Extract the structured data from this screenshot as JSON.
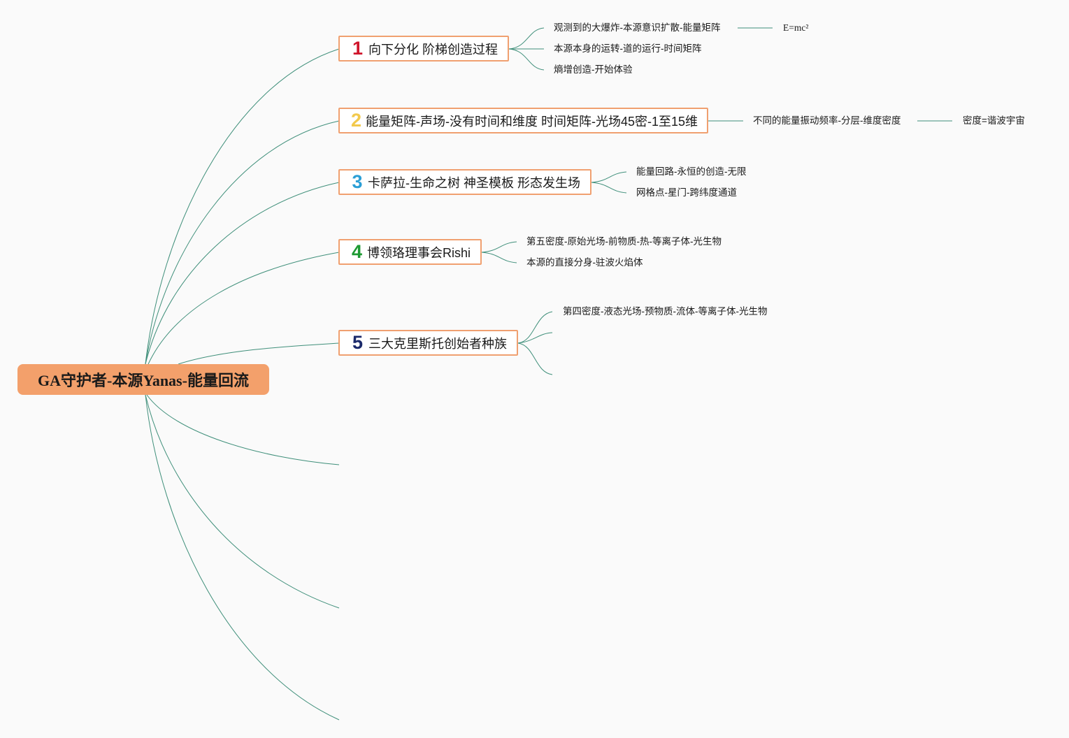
{
  "root": {
    "label": "GA守护者-本源Yanas-能量回流"
  },
  "branches": [
    {
      "number": "1",
      "number_color": "#d0152b",
      "label": "向下分化 阶梯创造过程",
      "children": [
        {
          "label": "观测到的大爆炸-本源意识扩散-能量矩阵",
          "child": "E=mc²"
        },
        {
          "label": "本源本身的运转-道的运行-时间矩阵"
        },
        {
          "label": "熵增创造-开始体验"
        }
      ]
    },
    {
      "number": "2",
      "number_color": "#f2c94c",
      "label": "能量矩阵-声场-没有时间和维度 时间矩阵-光场45密-1至15维",
      "children": [
        {
          "label": "不同的能量振动频率-分层-维度密度",
          "child": "密度=谐波宇宙"
        }
      ]
    },
    {
      "number": "3",
      "number_color": "#2b9fd6",
      "label": "卡萨拉-生命之树 神圣模板 形态发生场",
      "children": [
        {
          "label": "能量回路-永恒的创造-无限"
        },
        {
          "label": "网格点-星门-跨纬度通道"
        }
      ]
    },
    {
      "number": "4",
      "number_color": "#1e9a33",
      "label": "博领珞理事会Rishi",
      "children": [
        {
          "label": "第五密度-原始光场-前物质-热-等离子体-光生物"
        },
        {
          "label": "本源的直接分身-驻波火焰体"
        }
      ]
    },
    {
      "number": "5",
      "number_color": "#1b2a6b",
      "label": "三大克里斯托创始者种族",
      "children": [
        {
          "label": "第四密度-液态光场-预物质-流体-等离子体-光生物"
        }
      ]
    }
  ]
}
